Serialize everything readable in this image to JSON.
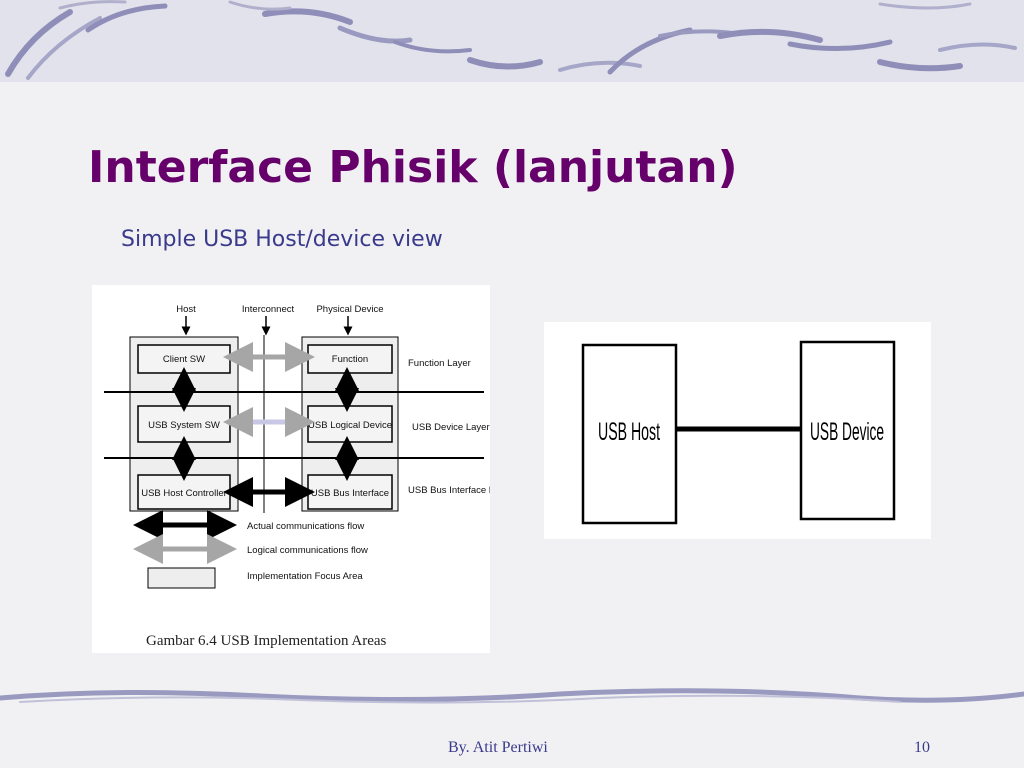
{
  "slide": {
    "title": "Interface Phisik (lanjutan)",
    "subtitle": "Simple USB Host/device view"
  },
  "left_diagram": {
    "column_headers": [
      "Host",
      "Interconnect",
      "Physical Device"
    ],
    "host_boxes": [
      "Client SW",
      "USB System SW",
      "USB Host Controller"
    ],
    "device_boxes": [
      "Function",
      "USB Logical Device",
      "USB Bus Interface"
    ],
    "layers": [
      "Function Layer",
      "USB Device Layer",
      "USB Bus Interface Layer"
    ],
    "legend": [
      {
        "label": "Actual communications flow",
        "kind": "actual-arrow"
      },
      {
        "label": "Logical communications flow",
        "kind": "logical-arrow"
      },
      {
        "label": "Implementation Focus Area",
        "kind": "focus-box"
      }
    ],
    "caption": "Gambar 6.4 USB Implementation Areas"
  },
  "right_diagram": {
    "host_label": "USB Host",
    "device_label": "USB Device"
  },
  "footer": {
    "author": "By. Atit Pertiwi",
    "page_number": "10"
  },
  "colors": {
    "title": "#66006a",
    "subtitle": "#3a3a8c",
    "decor": "#8c8cb4"
  }
}
